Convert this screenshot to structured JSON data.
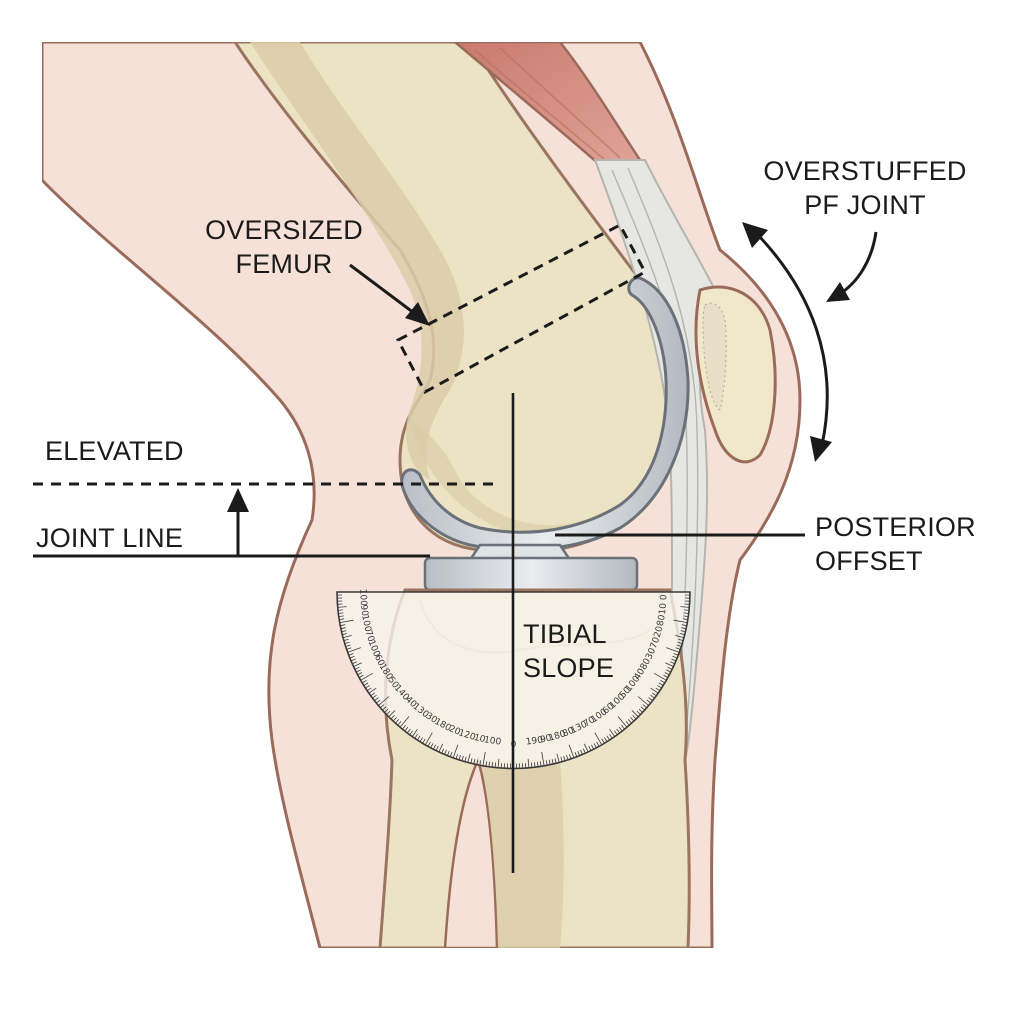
{
  "diagram": {
    "title": "",
    "subject": "Knee joint lateral view with total knee arthroplasty components",
    "palette": {
      "skin": "#f6e1d8",
      "skin_outline": "#9a6a5a",
      "bone": "#ece3c4",
      "bone_shadow": "#dccca8",
      "bone_outline": "#9a7560",
      "muscle": "#d99588",
      "muscle_dark": "#c0766a",
      "tendon": "#e6e6e2",
      "tendon_line": "#b5b5b0",
      "implant": "#c9ced3",
      "implant_light": "#e4e7ea",
      "implant_outline": "#6b7178",
      "protractor": "#f8f5ee",
      "ink": "#1b1b1b",
      "background": "#ffffff"
    },
    "labels": {
      "oversized_femur": [
        "OVERSIZED",
        "FEMUR"
      ],
      "overstuffed_pf_joint": [
        "OVERSTUFFED",
        "PF JOINT"
      ],
      "elevated_joint_line": [
        "ELEVATED",
        "JOINT LINE"
      ],
      "posterior_offset": [
        "POSTERIOR",
        "OFFSET"
      ],
      "tibial_slope": [
        "TIBIAL",
        "SLOPE"
      ]
    },
    "annotations": {
      "oversized_femur": "dashed rectangle outlining femoral component envelope with arrow pointing at anterior cortex",
      "overstuffed_pf_joint": "double-headed curved arrow beside patella",
      "elevated_joint_line": "dashed elevated line above solid native joint line with upward arrow",
      "posterior_offset": "horizontal leader line from posterior femoral component",
      "tibial_slope": "vertical tibial axis line crossing a semicircular protractor"
    },
    "protractor": {
      "left_scale_labels": [
        "100",
        "90",
        "100",
        "70",
        "100",
        "60",
        "180",
        "50",
        "140",
        "40",
        "130",
        "30",
        "180",
        "20",
        "120",
        "10",
        "100"
      ],
      "center_label": "0",
      "right_scale_labels": [
        "0",
        "10",
        "80",
        "20",
        "70",
        "30",
        "80",
        "40",
        "100",
        "50",
        "100",
        "60",
        "100",
        "70",
        "130",
        "80",
        "180",
        "90",
        "190"
      ]
    }
  }
}
